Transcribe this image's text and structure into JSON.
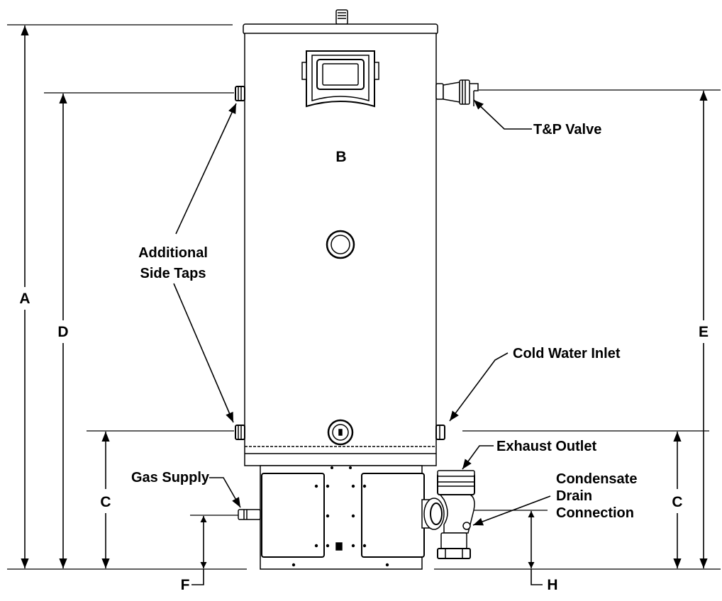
{
  "dimensions": {
    "a": "A",
    "b": "B",
    "c_left": "C",
    "c_right": "C",
    "d": "D",
    "e": "E",
    "f": "F",
    "h": "H"
  },
  "callouts": {
    "tp_valve": "T&P Valve",
    "side_taps_line1": "Additional",
    "side_taps_line2": "Side Taps",
    "cold_water_inlet": "Cold Water Inlet",
    "exhaust_outlet": "Exhaust Outlet",
    "gas_supply": "Gas Supply",
    "condensate_line1": "Condensate",
    "condensate_line2": "Drain",
    "condensate_line3": "Connection"
  },
  "colors": {
    "line": "#000000",
    "body": "#ffffff"
  }
}
